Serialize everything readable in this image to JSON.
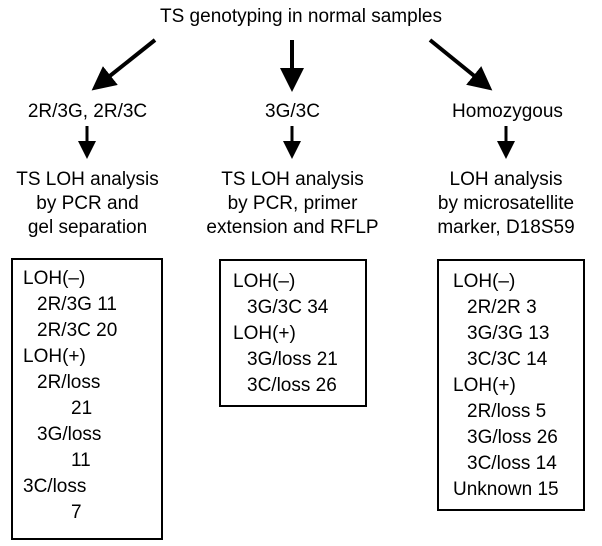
{
  "title": "TS genotyping in normal samples",
  "colors": {
    "stroke": "#000000",
    "background": "#ffffff"
  },
  "columns": [
    {
      "genotype": "2R/3G, 2R/3C",
      "method_lines": [
        "TS LOH analysis",
        "by PCR and",
        "gel separation"
      ],
      "box_rows": [
        "LOH(–)",
        "2R/3G 11",
        "2R/3C 20",
        "LOH(+)",
        "2R/loss",
        "21",
        "3G/loss",
        "11",
        "3C/loss",
        "7"
      ]
    },
    {
      "genotype": "3G/3C",
      "method_lines": [
        "TS LOH analysis",
        "by PCR, primer",
        "extension and RFLP"
      ],
      "box_rows": [
        "LOH(–)",
        "3G/3C 34",
        "LOH(+)",
        "3G/loss 21",
        "3C/loss 26"
      ]
    },
    {
      "genotype": "Homozygous",
      "method_lines": [
        "LOH analysis",
        "by microsatellite",
        "marker, D18S59"
      ],
      "box_rows": [
        "LOH(–)",
        "2R/2R 3",
        "3G/3G 13",
        "3C/3C 14",
        "LOH(+)",
        "2R/loss 5",
        "3G/loss 26",
        "3C/loss 14",
        "Unknown 15"
      ]
    }
  ]
}
